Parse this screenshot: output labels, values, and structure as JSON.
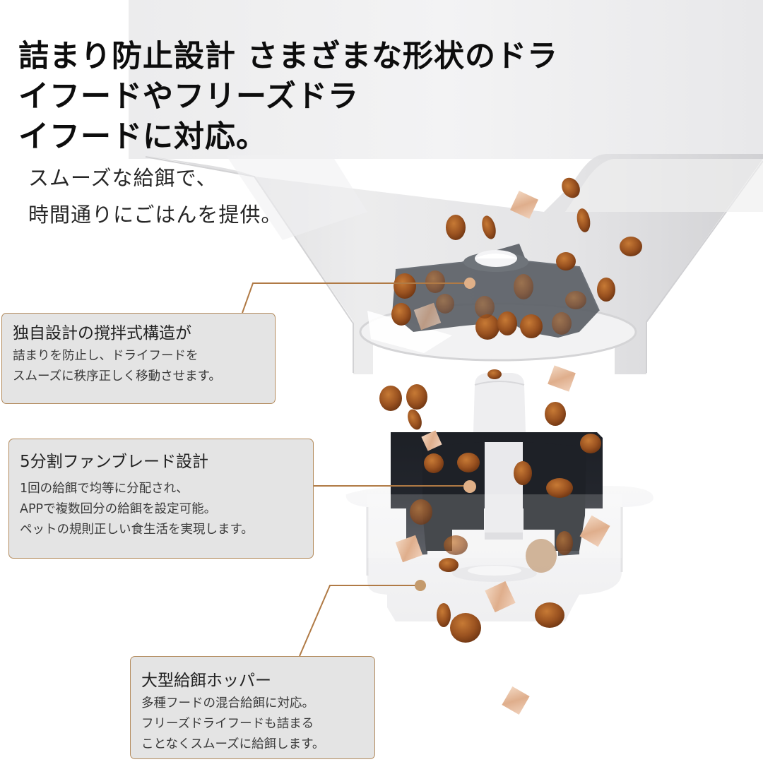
{
  "headline": {
    "lines": [
      "詰まり防止設計 さまざまな形状のドラ",
      "イフードやフリーズドラ",
      "イフードに対応。"
    ]
  },
  "subheadline": {
    "lines": [
      "スムーズな給餌で、",
      "時間通りにごはんを提供。"
    ]
  },
  "callouts": [
    {
      "title": "独自設計の撹拌式構造が",
      "lines": [
        "詰まりを防止し、ドライフードを",
        "スムーズに秩序正しく移動させます。"
      ],
      "points_to": "agitator"
    },
    {
      "title": "5分割ファンブレード設計",
      "lines": [
        "1回の給餌で均等に分配され、",
        "APPで複数回分の給餌を設定可能。",
        "ペットの規則正しい食生活を実現します。"
      ],
      "points_to": "fan-blade"
    },
    {
      "title": "大型給餌ホッパー",
      "lines": [
        "多種フードの混合給餌に対応。",
        "フリーズドライフードも詰まる",
        "ことなくスムーズに給餌します。"
      ],
      "points_to": "hopper-outlet"
    }
  ],
  "colors": {
    "callout_border": "#b38b5d",
    "callout_fill": "#e4e4e4",
    "leader_line": "#b07a45",
    "leader_dot": "#e0b088",
    "kibble": "#9a5220",
    "freeze_dried": "#e8c3a6",
    "agitator": "#5b6066",
    "fan_blade": "#23262c"
  }
}
